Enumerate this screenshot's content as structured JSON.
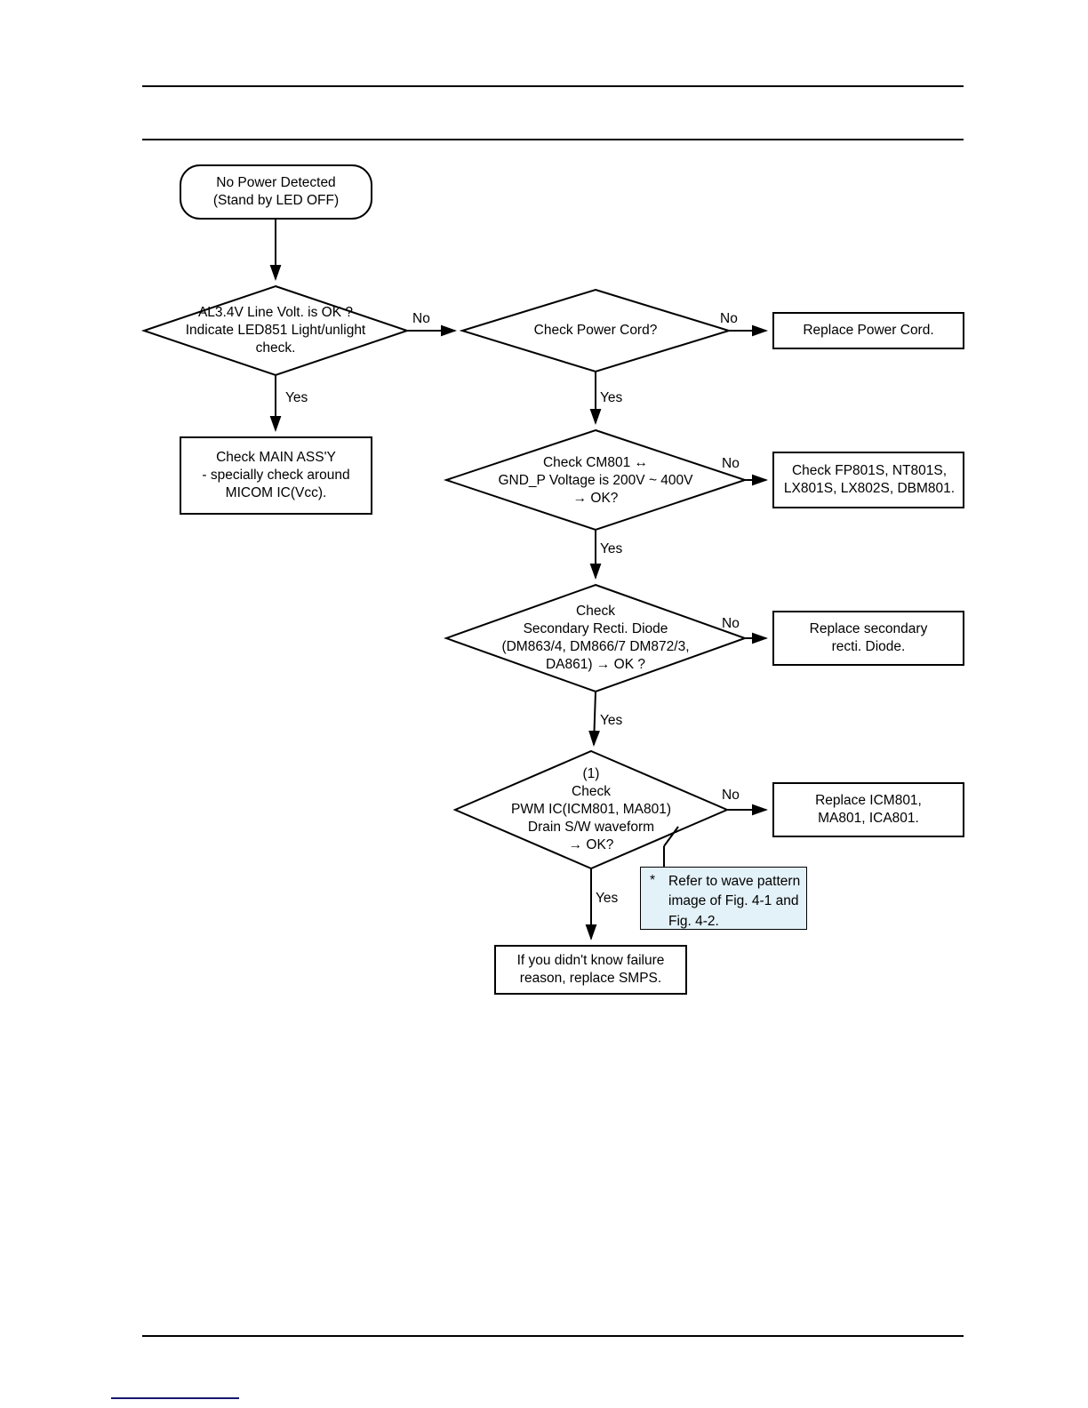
{
  "page": {
    "background": "#ffffff",
    "rule_color": "#000000",
    "footer_accent_color": "#17186e"
  },
  "diagram": {
    "type": "flowchart",
    "title_visible": "",
    "nodes": [
      {
        "id": "start",
        "shape": "rounded-rectangle",
        "text": "No Power Detected\n(Stand by LED OFF)"
      },
      {
        "id": "dec-al34v",
        "shape": "diamond",
        "text": "AL3.4V Line Volt. is OK ?\nIndicate LED851 Light/unlight\ncheck."
      },
      {
        "id": "box-main-assy",
        "shape": "rectangle",
        "text": "Check MAIN ASS'Y\n- specially check around\nMICOM IC(Vcc)."
      },
      {
        "id": "dec-power-cord",
        "shape": "diamond",
        "text": "Check Power Cord?"
      },
      {
        "id": "box-replace-cord",
        "shape": "rectangle",
        "text": "Replace Power Cord."
      },
      {
        "id": "dec-cm801",
        "shape": "diamond",
        "text": "Check CM801 ↔\nGND_P Voltage is 200V ~ 400V\n→ OK?"
      },
      {
        "id": "box-check-fp801s",
        "shape": "rectangle",
        "text": "Check FP801S, NT801S,\nLX801S, LX802S, DBM801."
      },
      {
        "id": "dec-secondary-diode",
        "shape": "diamond",
        "text": "Check\nSecondary Recti. Diode\n(DM863/4, DM866/7 DM872/3,\nDA861) → OK ?"
      },
      {
        "id": "box-replace-diode",
        "shape": "rectangle",
        "text": "Replace secondary\nrecti. Diode."
      },
      {
        "id": "dec-pwm",
        "shape": "diamond",
        "text": "(1)\nCheck\nPWM IC(ICM801, MA801)\nDrain S/W waveform\n→ OK?"
      },
      {
        "id": "box-replace-icm801",
        "shape": "rectangle",
        "text": "Replace ICM801,\nMA801, ICA801."
      },
      {
        "id": "box-replace-smps",
        "shape": "rectangle",
        "text": "If you didn't know failure\nreason, replace SMPS."
      }
    ],
    "note": {
      "marker": "*",
      "text": "Refer to wave pattern\nimage of Fig. 4-1 and\nFig. 4-2.",
      "background": "#e3f1f8"
    },
    "edge_labels": {
      "al34v_no": "No",
      "al34v_yes": "Yes",
      "power_cord_no": "No",
      "power_cord_yes": "Yes",
      "cm801_no": "No",
      "cm801_yes": "Yes",
      "diode_no": "No",
      "diode_yes": "Yes",
      "pwm_no": "No",
      "pwm_yes": "Yes"
    }
  }
}
